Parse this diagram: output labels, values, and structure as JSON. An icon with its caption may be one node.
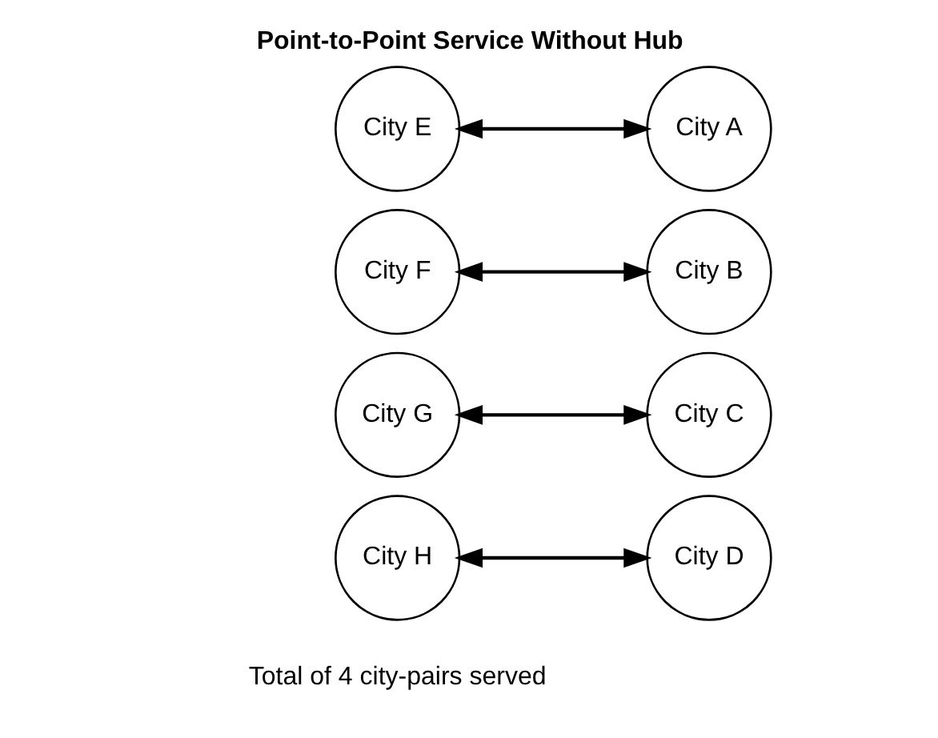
{
  "diagram": {
    "title": "Point-to-Point Service Without Hub",
    "caption": "Total of 4 city-pairs served",
    "nodes": [
      {
        "text": [
          "City E"
        ]
      },
      {
        "text": [
          "City A"
        ]
      },
      {
        "text": [
          "City F"
        ]
      },
      {
        "text": [
          "City B"
        ]
      },
      {
        "text": [
          "City G"
        ]
      },
      {
        "text": [
          "City C"
        ]
      },
      {
        "text": [
          "City H"
        ]
      },
      {
        "text": [
          "City D"
        ]
      }
    ],
    "edges": [
      {
        "from": 0,
        "to": 1,
        "arrow": "both"
      },
      {
        "from": 2,
        "to": 3,
        "arrow": "both"
      },
      {
        "from": 4,
        "to": 5,
        "arrow": "both"
      },
      {
        "from": 6,
        "to": 7,
        "arrow": "both"
      }
    ]
  }
}
